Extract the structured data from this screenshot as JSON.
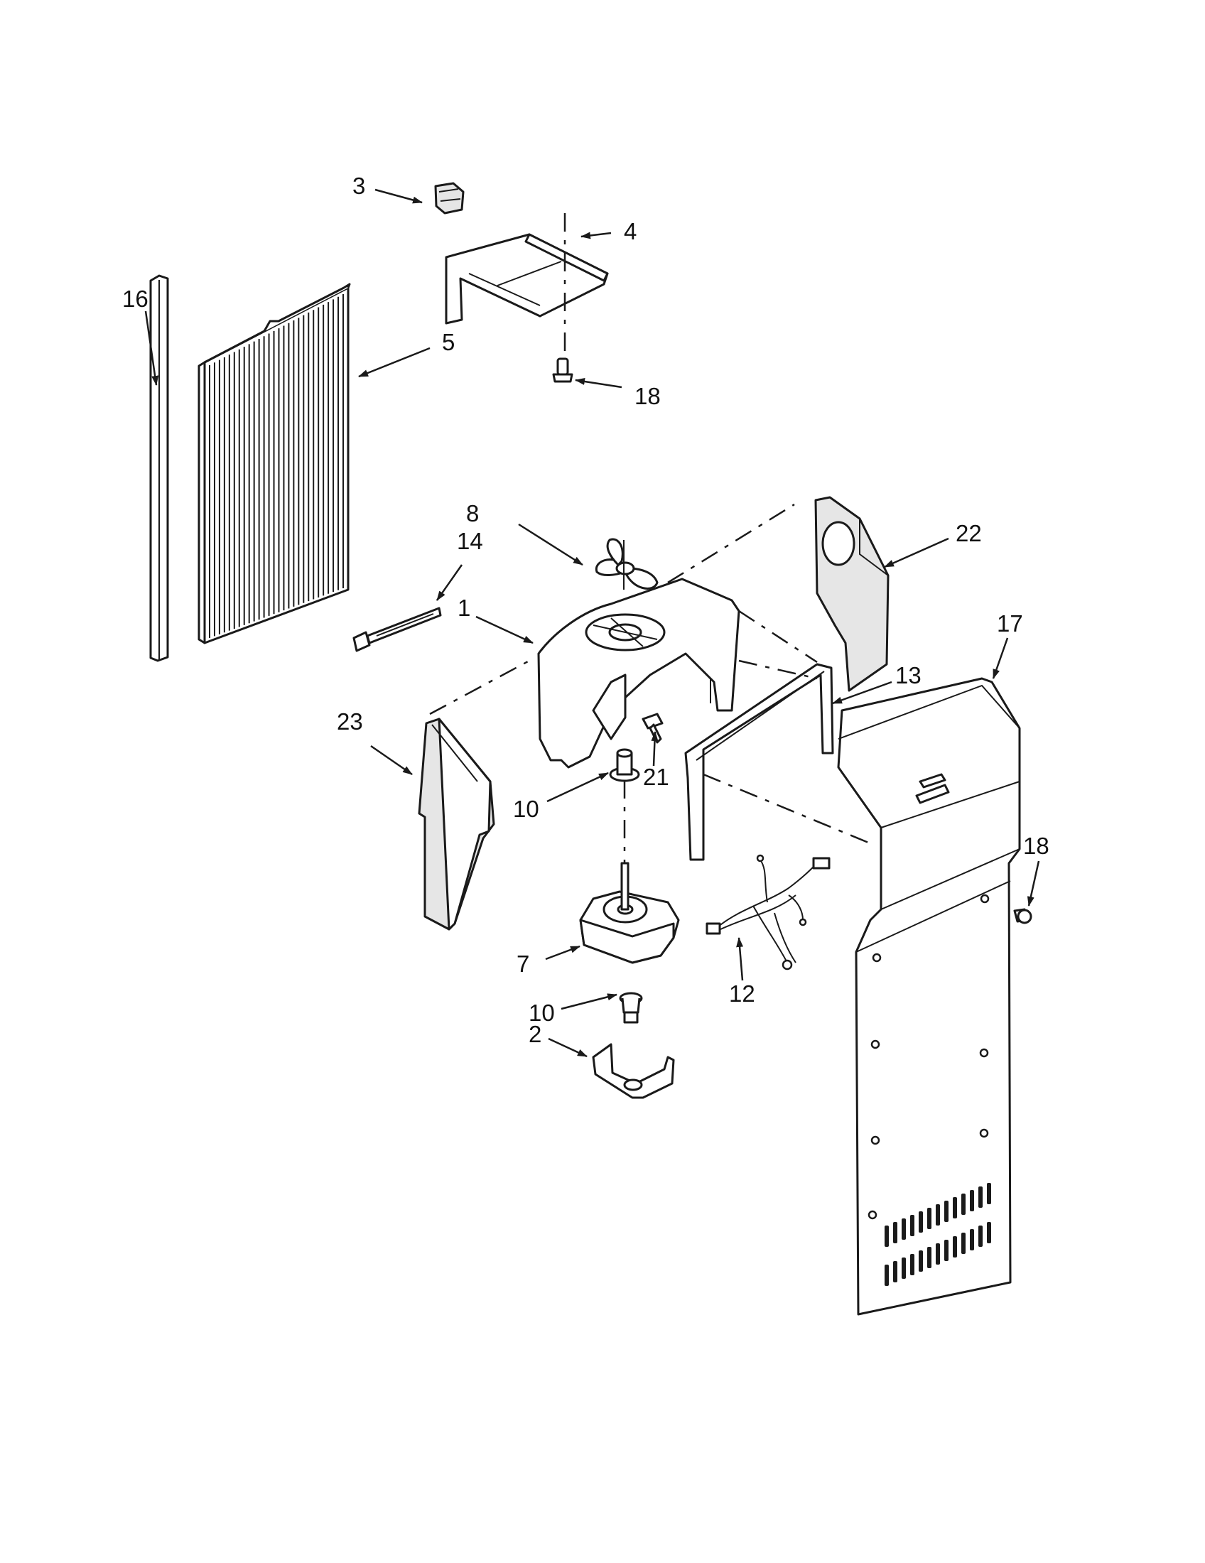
{
  "callouts": [
    {
      "id": "c3",
      "label": "3"
    },
    {
      "id": "c4",
      "label": "4"
    },
    {
      "id": "c16",
      "label": "16"
    },
    {
      "id": "c5",
      "label": "5"
    },
    {
      "id": "c18a",
      "label": "18"
    },
    {
      "id": "c8",
      "label": "8"
    },
    {
      "id": "c22",
      "label": "22"
    },
    {
      "id": "c14",
      "label": "14"
    },
    {
      "id": "c1",
      "label": "1"
    },
    {
      "id": "c17",
      "label": "17"
    },
    {
      "id": "c13",
      "label": "13"
    },
    {
      "id": "c23",
      "label": "23"
    },
    {
      "id": "c21",
      "label": "21"
    },
    {
      "id": "c10a",
      "label": "10"
    },
    {
      "id": "c18b",
      "label": "18"
    },
    {
      "id": "c7",
      "label": "7"
    },
    {
      "id": "c12",
      "label": "12"
    },
    {
      "id": "c10b",
      "label": "10"
    },
    {
      "id": "c2",
      "label": "2"
    }
  ],
  "colors": {
    "line": "#1a1a1a",
    "background": "#ffffff",
    "shade": "#e6e6e6"
  }
}
